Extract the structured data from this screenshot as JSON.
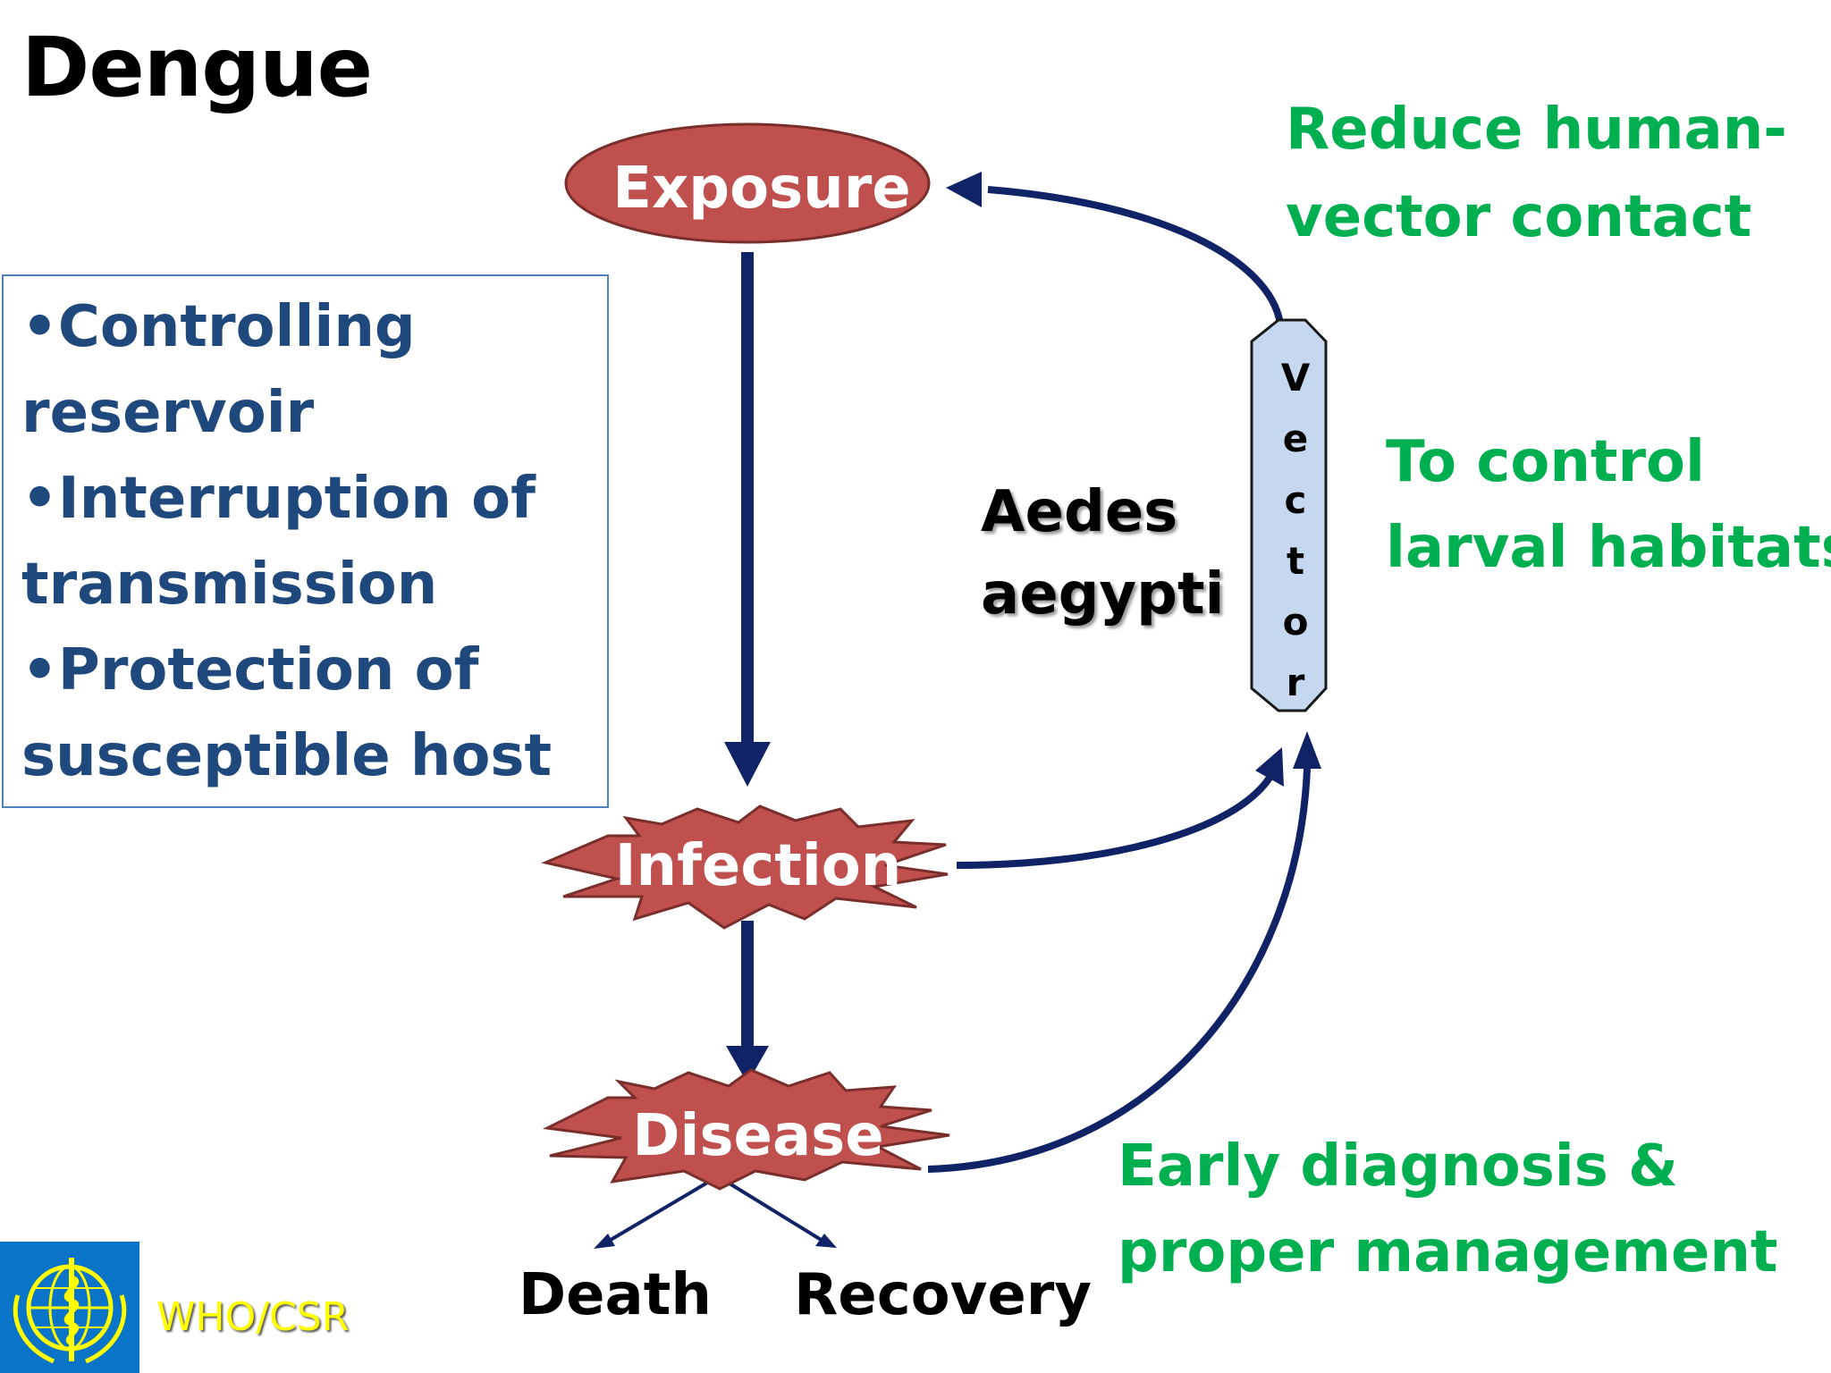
{
  "slide": {
    "title": "Dengue",
    "bullets": [
      "•Controlling",
      "reservoir",
      "•Interruption of",
      "transmission",
      "•Protection of",
      "susceptible host"
    ],
    "nodes": {
      "exposure": "Exposure",
      "infection": "Infection",
      "disease": "Disease",
      "death": "Death",
      "recovery": "Recovery"
    },
    "vector_letters": [
      "V",
      "e",
      "c",
      "t",
      "o",
      "r"
    ],
    "species": [
      "Aedes",
      "aegypti"
    ],
    "interventions": {
      "reduce_contact": [
        "Reduce human-",
        "vector contact"
      ],
      "control_larval": [
        "To control",
        "larval habitats"
      ],
      "early_diagnosis": [
        "Early diagnosis &",
        "proper management"
      ]
    },
    "footer": "WHO/CSR",
    "colors": {
      "node_fill": "#c0504d",
      "arrow": "#0f2366",
      "vector_fill": "#c5d8ef",
      "bullet_text": "#1f497d",
      "green_text": "#00b050",
      "who_blue": "#0a74c9",
      "who_yellow": "#ffff00"
    },
    "logo_icon": "who-emblem-icon"
  }
}
